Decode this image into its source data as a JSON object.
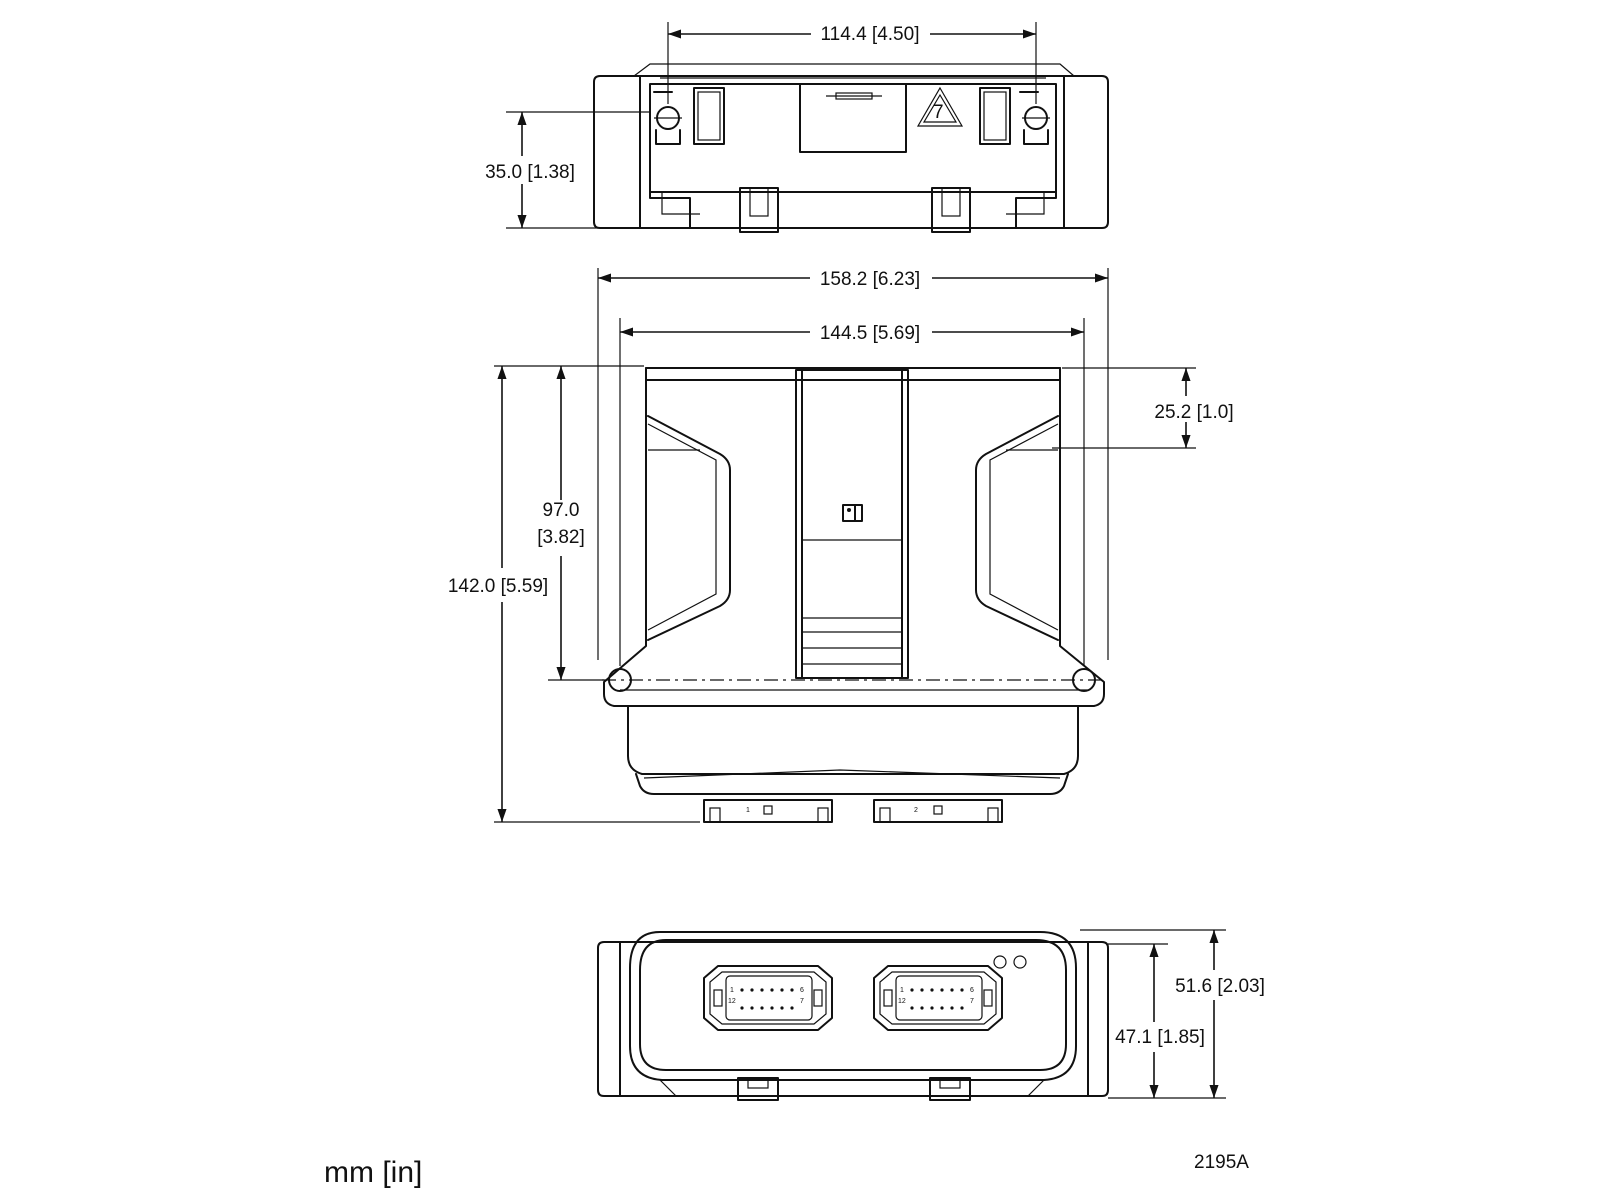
{
  "drawing": {
    "units_label": "mm [in]",
    "drawing_number": "2195A",
    "recycle_code": "7",
    "connector_labels": [
      "1",
      "2"
    ],
    "pin_labels": {
      "top_left": "1",
      "top_right": "6",
      "bottom_left": "12",
      "bottom_right": "7"
    },
    "dimensions": {
      "top_hole_spacing": "114.4 [4.50]",
      "top_height": "35.0 [1.38]",
      "overall_width": "158.2 [6.23]",
      "body_width": "144.5 [5.69]",
      "wing_depth": "25.2 [1.0]",
      "mount_depth_line1": "97.0",
      "mount_depth_line2": "[3.82]",
      "overall_depth": "142.0 [5.59]",
      "overall_height": "51.6 [2.03]",
      "body_height": "47.1 [1.85]"
    }
  }
}
